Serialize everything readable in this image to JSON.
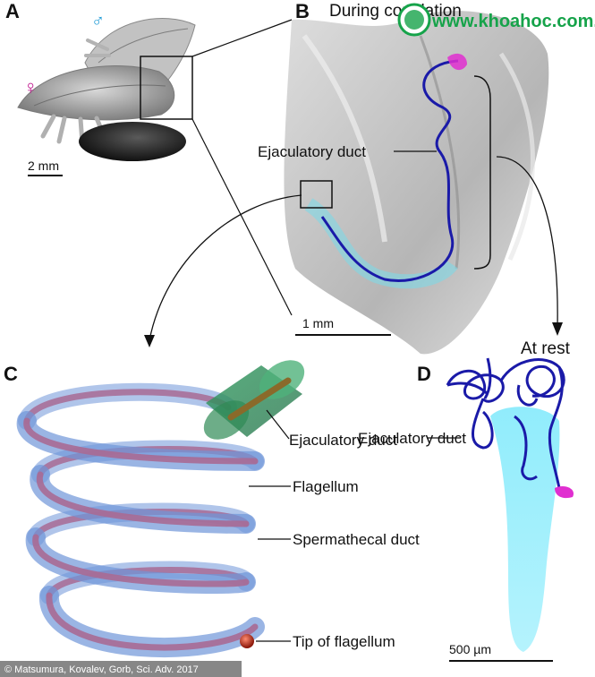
{
  "panels": {
    "a": {
      "letter": "A",
      "male_symbol": "♂",
      "female_symbol": "♀",
      "scale_label": "2 mm"
    },
    "b": {
      "letter": "B",
      "title": "During copulation",
      "duct_label": "Ejaculatory duct",
      "scale_label": "1 mm"
    },
    "c": {
      "letter": "C",
      "labels": {
        "ejaculatory_duct": "Ejaculatory duct",
        "flagellum": "Flagellum",
        "spermathecal_duct": "Spermathecal duct",
        "tip": "Tip of flagellum"
      }
    },
    "d": {
      "letter": "D",
      "title": "At rest",
      "duct_label": "Ejaculatory duct",
      "scale_label": "500 µm"
    }
  },
  "credit": "© Matsumura, Kovalev, Gorb, Sci. Adv. 2017",
  "watermark": {
    "text": "www.khoahoc.com.vn"
  },
  "colors": {
    "male": "#1e9ad6",
    "female": "#c0188f",
    "duct_blue": "#1a1aa8",
    "tube_blue": "#6f95d8",
    "flagellum": "#a86a94",
    "cyan": "#3fd6f0",
    "magenta": "#e02fd0",
    "green": "#3a9a5a",
    "tip": "#c0281a"
  }
}
